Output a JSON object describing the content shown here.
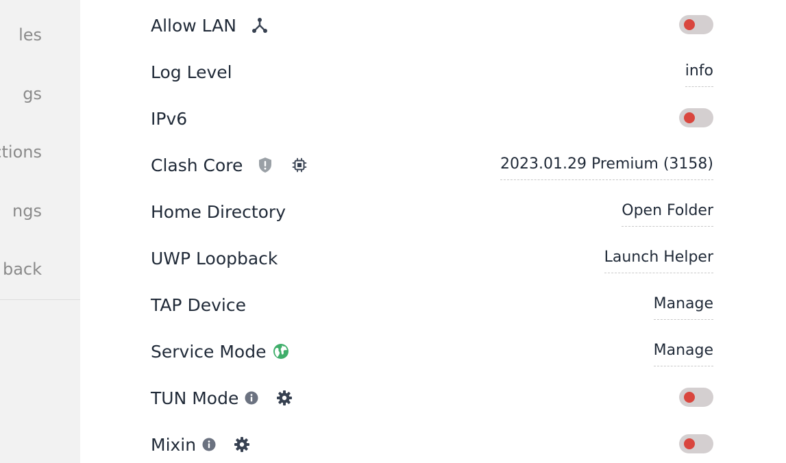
{
  "colors": {
    "sidebar_bg": "#f2f2f2",
    "toggle_track": "#d4cfd0",
    "toggle_knob_off": "#d9463e",
    "service_globe": "#3fae6a"
  },
  "sidebar": {
    "items": [
      {
        "label": "les"
      },
      {
        "label": "gs"
      },
      {
        "label": "ctions"
      },
      {
        "label": "ngs"
      },
      {
        "label": "back"
      }
    ]
  },
  "settings": {
    "allow_lan": {
      "label": "Allow LAN",
      "icon": "network-icon",
      "enabled": false
    },
    "log_level": {
      "label": "Log Level",
      "value": "info"
    },
    "ipv6": {
      "label": "IPv6",
      "enabled": false
    },
    "clash_core": {
      "label": "Clash Core",
      "icons": [
        "shield-icon",
        "chip-icon"
      ],
      "value": "2023.01.29 Premium (3158)"
    },
    "home_directory": {
      "label": "Home Directory",
      "value": "Open Folder"
    },
    "uwp_loopback": {
      "label": "UWP Loopback",
      "value": "Launch Helper"
    },
    "tap_device": {
      "label": "TAP Device",
      "value": "Manage"
    },
    "service_mode": {
      "label": "Service Mode",
      "icon": "globe-icon",
      "value": "Manage"
    },
    "tun_mode": {
      "label": "TUN Mode",
      "icons": [
        "info-icon",
        "gear-icon"
      ],
      "enabled": false
    },
    "mixin": {
      "label": "Mixin",
      "icons": [
        "info-icon",
        "gear-icon"
      ],
      "enabled": false
    }
  }
}
